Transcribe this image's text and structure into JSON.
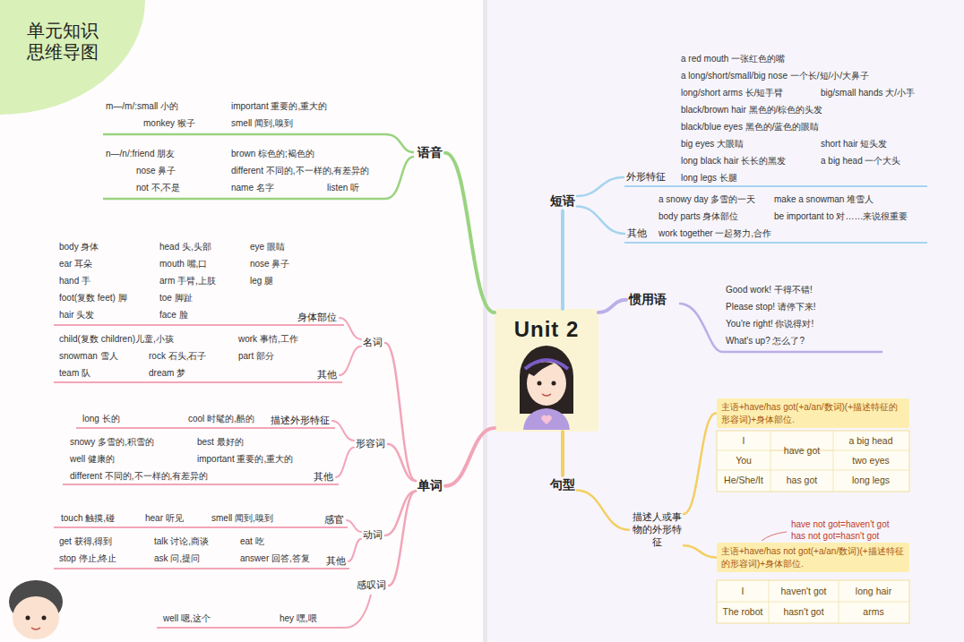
{
  "diagram": {
    "title": "单元知识 思维导图",
    "nodes": [
      {
        "text": [
          "Unit 2"
        ]
      },
      {
        "text": [
          "语音"
        ]
      },
      {
        "text": [
          "单词"
        ]
      },
      {
        "text": [
          "名词"
        ]
      },
      {
        "text": [
          "身体部位"
        ]
      },
      {
        "text": [
          "其他"
        ]
      },
      {
        "text": [
          "形容词"
        ]
      },
      {
        "text": [
          "描述外形特征"
        ]
      },
      {
        "text": [
          "其他"
        ]
      },
      {
        "text": [
          "动词"
        ]
      },
      {
        "text": [
          "感官"
        ]
      },
      {
        "text": [
          "其他"
        ]
      },
      {
        "text": [
          "感叹词"
        ]
      },
      {
        "text": [
          "短语"
        ]
      },
      {
        "text": [
          "外形特征"
        ]
      },
      {
        "text": [
          "其他"
        ]
      },
      {
        "text": [
          "惯用语"
        ]
      },
      {
        "text": [
          "句型"
        ]
      },
      {
        "text": [
          "描述人或事物的外形特征"
        ]
      },
      {
        "text": [
          "主语+have/has got(+a/an/数词)(+描述特征的形容词)+身体部位."
        ]
      },
      {
        "text": [
          "主语+have/has not got(+a/an/数词)(+描述特征的形容词)+身体部位."
        ]
      }
    ],
    "edges": [
      {
        "from": 0,
        "to": 1,
        "arrow": "none"
      },
      {
        "from": 0,
        "to": 2,
        "arrow": "none"
      },
      {
        "from": 2,
        "to": 3,
        "arrow": "none"
      },
      {
        "from": 3,
        "to": 4,
        "arrow": "none"
      },
      {
        "from": 3,
        "to": 5,
        "arrow": "none"
      },
      {
        "from": 2,
        "to": 6,
        "arrow": "none"
      },
      {
        "from": 6,
        "to": 7,
        "arrow": "none"
      },
      {
        "from": 6,
        "to": 8,
        "arrow": "none"
      },
      {
        "from": 2,
        "to": 9,
        "arrow": "none"
      },
      {
        "from": 9,
        "to": 10,
        "arrow": "none"
      },
      {
        "from": 9,
        "to": 11,
        "arrow": "none"
      },
      {
        "from": 2,
        "to": 12,
        "arrow": "none"
      },
      {
        "from": 0,
        "to": 13,
        "arrow": "none"
      },
      {
        "from": 13,
        "to": 14,
        "arrow": "none"
      },
      {
        "from": 13,
        "to": 15,
        "arrow": "none"
      },
      {
        "from": 0,
        "to": 16,
        "arrow": "none"
      },
      {
        "from": 0,
        "to": 17,
        "arrow": "none"
      },
      {
        "from": 17,
        "to": 18,
        "arrow": "none"
      },
      {
        "from": 18,
        "to": 19,
        "arrow": "none"
      },
      {
        "from": 18,
        "to": 20,
        "arrow": "none"
      }
    ],
    "labels": [
      "m—/m/:small 小的",
      "important 重要的,重大的",
      "monkey 猴子",
      "smell 闻到,嗅到",
      "n—/n/:friend 朋友",
      "brown 棕色的;褐色的",
      "nose 鼻子",
      "different 不同的,不一样的,有差异的",
      "not 不,不是",
      "name 名字",
      "listen 听",
      "body 身体",
      "head 头,头部",
      "eye 眼睛",
      "ear 耳朵",
      "mouth 嘴,口",
      "nose 鼻子",
      "hand 手",
      "arm 手臂,上肢",
      "leg 腿",
      "foot(复数 feet) 脚",
      "toe 脚趾",
      "hair 头发",
      "face 脸",
      "child(复数 children)儿童,小孩",
      "work 事情,工作",
      "snowman 雪人",
      "rock 石头,石子",
      "part 部分",
      "team 队",
      "dream 梦",
      "long 长的",
      "cool 时髦的,酷的",
      "snowy 多雪的,积雪的",
      "best 最好的",
      "well 健康的",
      "important 重要的,重大的",
      "different 不同的,不一样的,有差异的",
      "touch 触摸,碰",
      "hear 听见",
      "smell 闻到,嗅到",
      "get 获得,得到",
      "talk 讨论,商谈",
      "eat 吃",
      "stop 停止,终止",
      "ask 问,提问",
      "answer 回答,答复",
      "well 嗯,这个",
      "hey 嘿,喂",
      "a red mouth 一张红色的嘴",
      "a long/short/small/big nose 一个长/短/小/大鼻子",
      "long/short arms 长/短手臂",
      "big/small hands 大/小手",
      "black/brown hair 黑色的/棕色的头发",
      "black/blue eyes 黑色的/蓝色的眼睛",
      "big eyes 大眼睛",
      "short hair 短头发",
      "long black hair 长长的黑发",
      "a big head 一个大头",
      "long legs 长腿",
      "a snowy day 多雪的一天",
      "make a snowman 堆雪人",
      "body parts 身体部位",
      "be important to 对……来说很重要",
      "work together 一起努力,合作",
      "Good work! 干得不错!",
      "Please stop! 请停下来!",
      "You're right! 你说得对!",
      "What's up? 怎么了?",
      "have not got=haven't got",
      "has not got=hasn't got",
      "I",
      "have got",
      "a big head",
      "You",
      "two eyes",
      "He/She/It",
      "has got",
      "long legs",
      "I",
      "haven't got",
      "long hair",
      "The robot",
      "hasn't got",
      "arms"
    ]
  }
}
